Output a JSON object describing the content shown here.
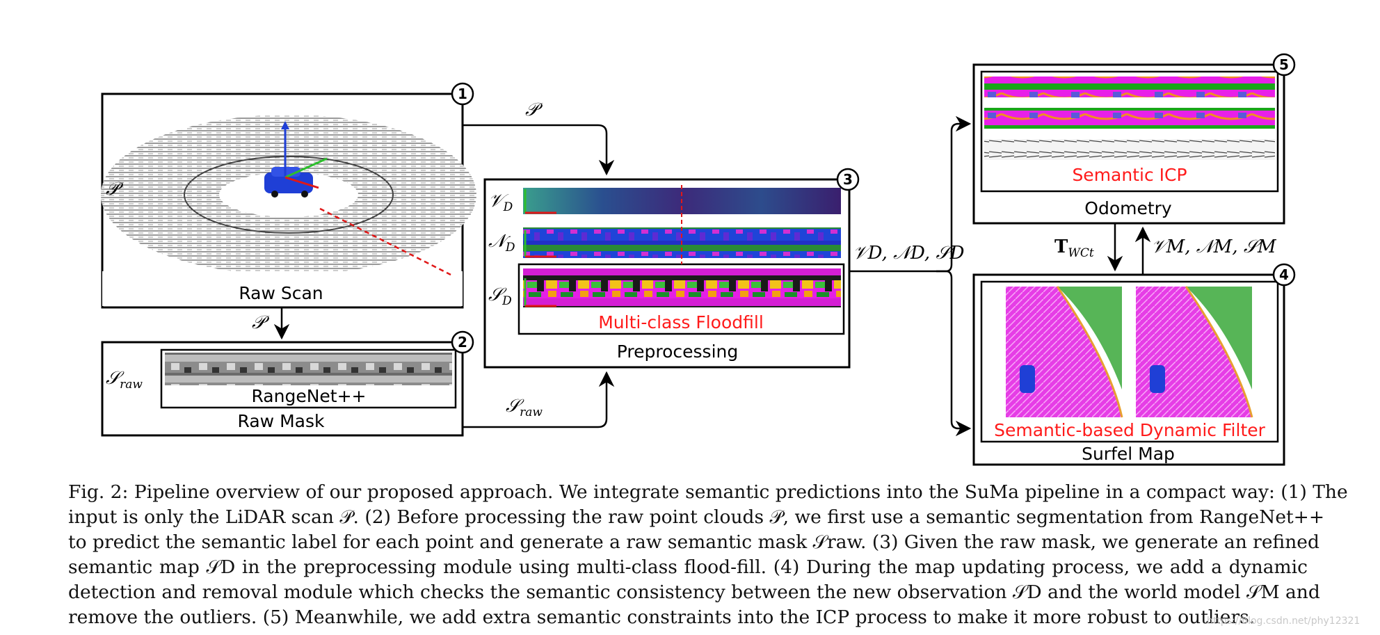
{
  "boxes": {
    "raw_scan": {
      "number": "1",
      "title": "Raw Scan",
      "input_label": "𝒫"
    },
    "raw_mask": {
      "number": "2",
      "title": "Raw Mask",
      "inner_title": "RangeNet++",
      "input_label": "𝒮",
      "input_sub": "raw"
    },
    "preprocessing": {
      "number": "3",
      "title": "Preprocessing",
      "highlight": "Multi-class Floodfill",
      "rows": [
        {
          "label": "𝒱",
          "sub": "D"
        },
        {
          "label": "𝒩",
          "sub": "D"
        },
        {
          "label": "𝒮",
          "sub": "D"
        }
      ]
    },
    "surfel_map": {
      "number": "4",
      "title": "Surfel Map",
      "highlight": "Semantic-based Dynamic Filter"
    },
    "odometry": {
      "number": "5",
      "title": "Odometry",
      "highlight": "Semantic ICP"
    }
  },
  "arrows": {
    "top_p": "𝒫",
    "scan_to_mask": "𝒫",
    "mask_to_pre": {
      "main": "𝒮",
      "sub": "raw"
    },
    "pre_out": "𝒱D, 𝒩D, 𝒮D",
    "pose": {
      "main": "T",
      "sub": "WCt"
    },
    "map_out": "𝒱M, 𝒩M, 𝒮M"
  },
  "caption": {
    "lines": [
      "Fig. 2: Pipeline overview of our proposed approach. We integrate semantic predictions into the SuMa pipeline in a compact way: (1) The",
      "input is only the LiDAR scan 𝒫. (2) Before processing the raw point clouds 𝒫, we first use a semantic segmentation from RangeNet++",
      "to predict the semantic label for each point and generate a raw semantic mask 𝒮raw. (3) Given the raw mask, we generate an refined",
      "semantic map 𝒮D in the preprocessing module using multi-class flood-fill. (4) During the map updating process, we add a dynamic",
      "detection and removal module which checks the semantic consistency between the new observation 𝒮D and the world model 𝒮M and",
      "remove the outliers. (5) Meanwhile, we add extra semantic constraints into the ICP process to make it more robust to outliers."
    ]
  },
  "watermark": "https://blog.csdn.net/phy12321",
  "colors": {
    "highlight": "#ff1a1a",
    "frame": "#000000",
    "car": "#1f3fd6"
  }
}
